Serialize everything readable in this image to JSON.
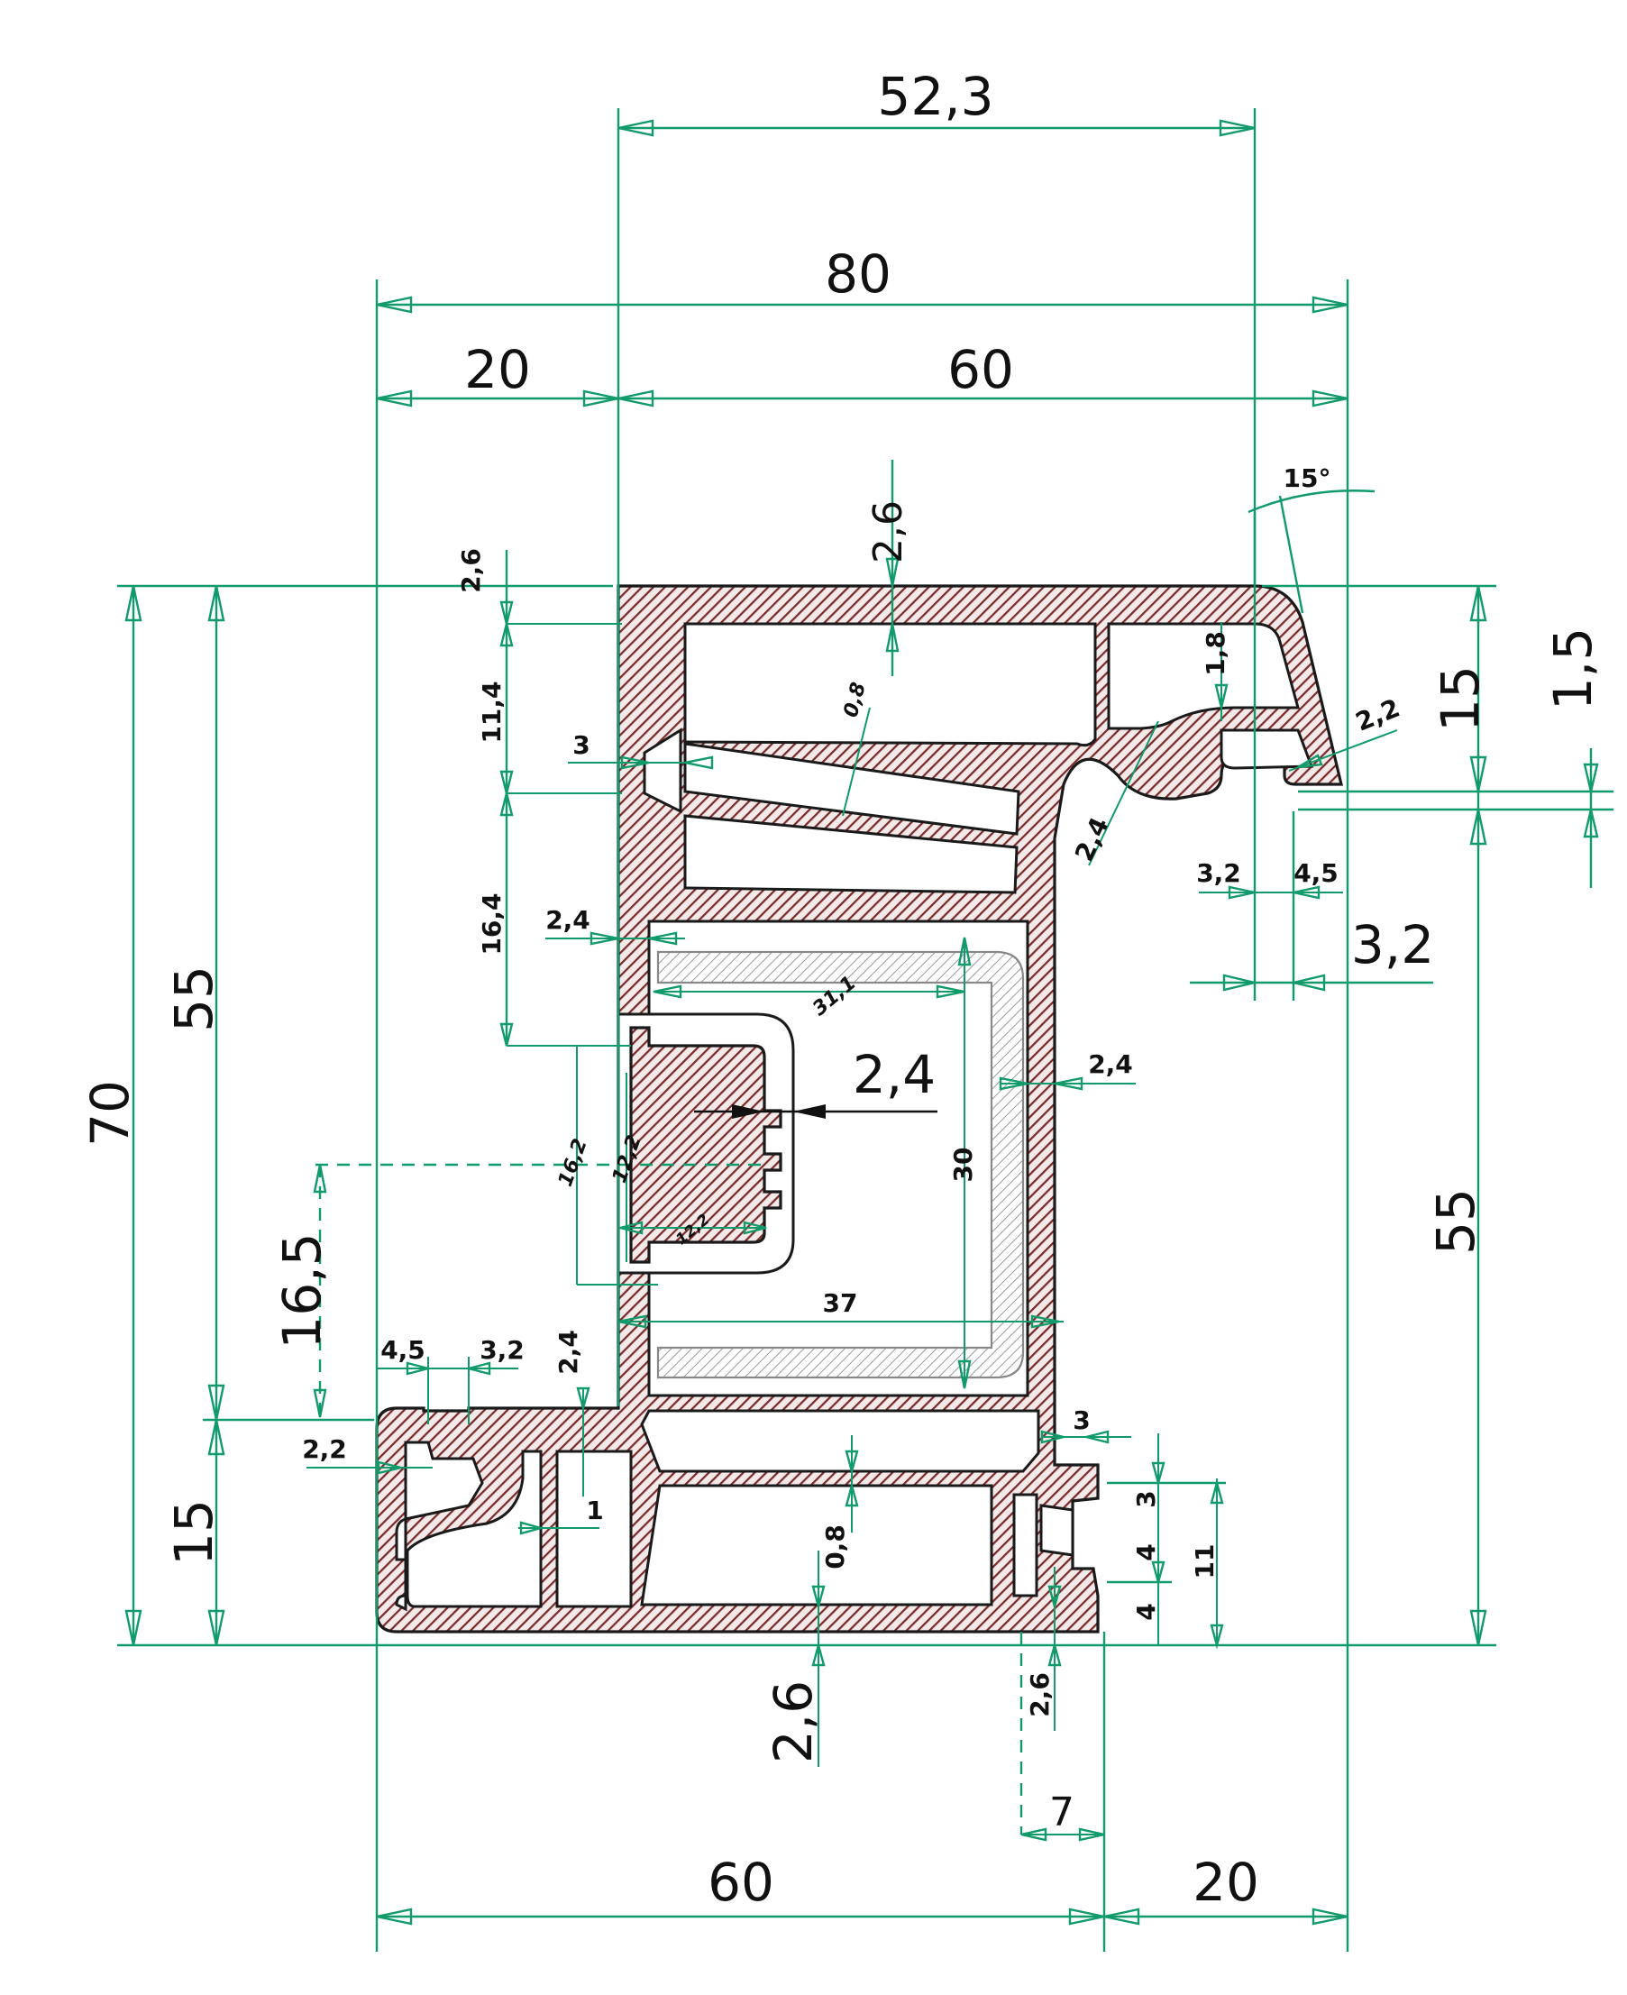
{
  "dimensions": {
    "top_52_3": "52,3",
    "top_80": "80",
    "top_20": "20",
    "top_60": "60",
    "wall_2_6_top": "2,6",
    "angle_15": "15°",
    "left_2_6": "2,6",
    "left_11_4": "11,4",
    "left_3": "3",
    "web_0_8_top": "0,8",
    "right_1_8": "1,8",
    "right_2_2": "2,2",
    "right_15": "15",
    "right_1_5": "1,5",
    "diag_2_4": "2,4",
    "right_3_2_small": "3,2",
    "right_4_5": "4,5",
    "right_3_2_big": "3,2",
    "left_16_4": "16,4",
    "left_2_4": "2,4",
    "inner_31_1": "31,1",
    "inner_2_4_right": "2,4",
    "center_2_4_big": "2,4",
    "left_70": "70",
    "left_55": "55",
    "right_55": "55",
    "groove_16_2": "16,2",
    "groove_12_2_v": "12,2",
    "groove_12_2_h": "12,2",
    "inner_30": "30",
    "dash_16_5": "16,5",
    "inner_37": "37",
    "bot_4_5": "4,5",
    "bot_3_2": "3,2",
    "bot_2_4_v": "2,4",
    "bot_2_2": "2,2",
    "bot_3_right": "3",
    "bot_1": "1",
    "bot_15": "15",
    "bot_0_8": "0,8",
    "bot_3_v": "3",
    "bot_4_a": "4",
    "bot_4_b": "4",
    "bot_11": "11",
    "bot_2_6_left": "2,6",
    "bot_2_6_right": "2,6",
    "bot_7": "7",
    "bot_60": "60",
    "bot_20": "20"
  },
  "colors": {
    "dimension_lines": "#119a6a",
    "profile_hatch": "#7a2b2b",
    "outline": "#1a1a1a"
  }
}
